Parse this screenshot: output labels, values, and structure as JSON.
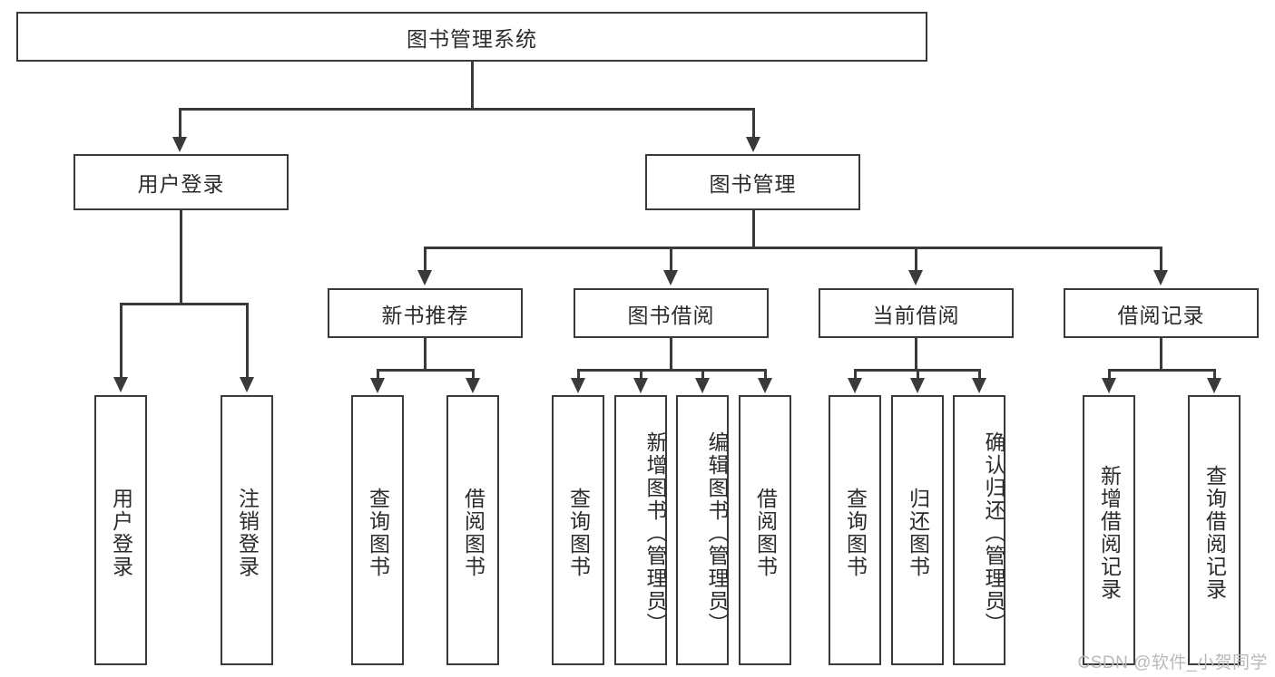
{
  "diagram": {
    "type": "tree-hierarchy-chart",
    "title_node": {
      "label": "图书管理系统"
    },
    "level2": [
      {
        "id": "user-login",
        "label": "用户登录"
      },
      {
        "id": "book-management",
        "label": "图书管理"
      }
    ],
    "level3": [
      {
        "id": "new-book-recommend",
        "label": "新书推荐"
      },
      {
        "id": "book-borrow",
        "label": "图书借阅"
      },
      {
        "id": "current-borrow",
        "label": "当前借阅"
      },
      {
        "id": "borrow-record",
        "label": "借阅记录"
      }
    ],
    "leaves": {
      "user_login": [
        {
          "id": "leaf-user-login",
          "label": "用户登录"
        },
        {
          "id": "leaf-logout-login",
          "label": "注销登录"
        }
      ],
      "new_book_recommend": [
        {
          "id": "leaf-query-book-1",
          "label": "查询图书"
        },
        {
          "id": "leaf-borrow-book-1",
          "label": "借阅图书"
        }
      ],
      "book_borrow": [
        {
          "id": "leaf-query-book-2",
          "label": "查询图书"
        },
        {
          "id": "leaf-add-book-admin",
          "label": "新增图书（管理员）"
        },
        {
          "id": "leaf-edit-book-admin",
          "label": "编辑图书（管理员）"
        },
        {
          "id": "leaf-borrow-book-2",
          "label": "借阅图书"
        }
      ],
      "current_borrow": [
        {
          "id": "leaf-query-book-3",
          "label": "查询图书"
        },
        {
          "id": "leaf-return-book",
          "label": "归还图书"
        },
        {
          "id": "leaf-confirm-return-admin",
          "label": "确认归还（管理员）"
        }
      ],
      "borrow_record": [
        {
          "id": "leaf-add-borrow-record",
          "label": "新增借阅记录"
        },
        {
          "id": "leaf-query-borrow-record",
          "label": "查询借阅记录"
        }
      ]
    },
    "watermark": {
      "text": "CSDN @软件_小贺同学"
    },
    "colors": {
      "stroke": "#3a3a3a",
      "background": "#ffffff",
      "text": "#2b2b2b",
      "watermark": "#b9b9b9"
    }
  }
}
